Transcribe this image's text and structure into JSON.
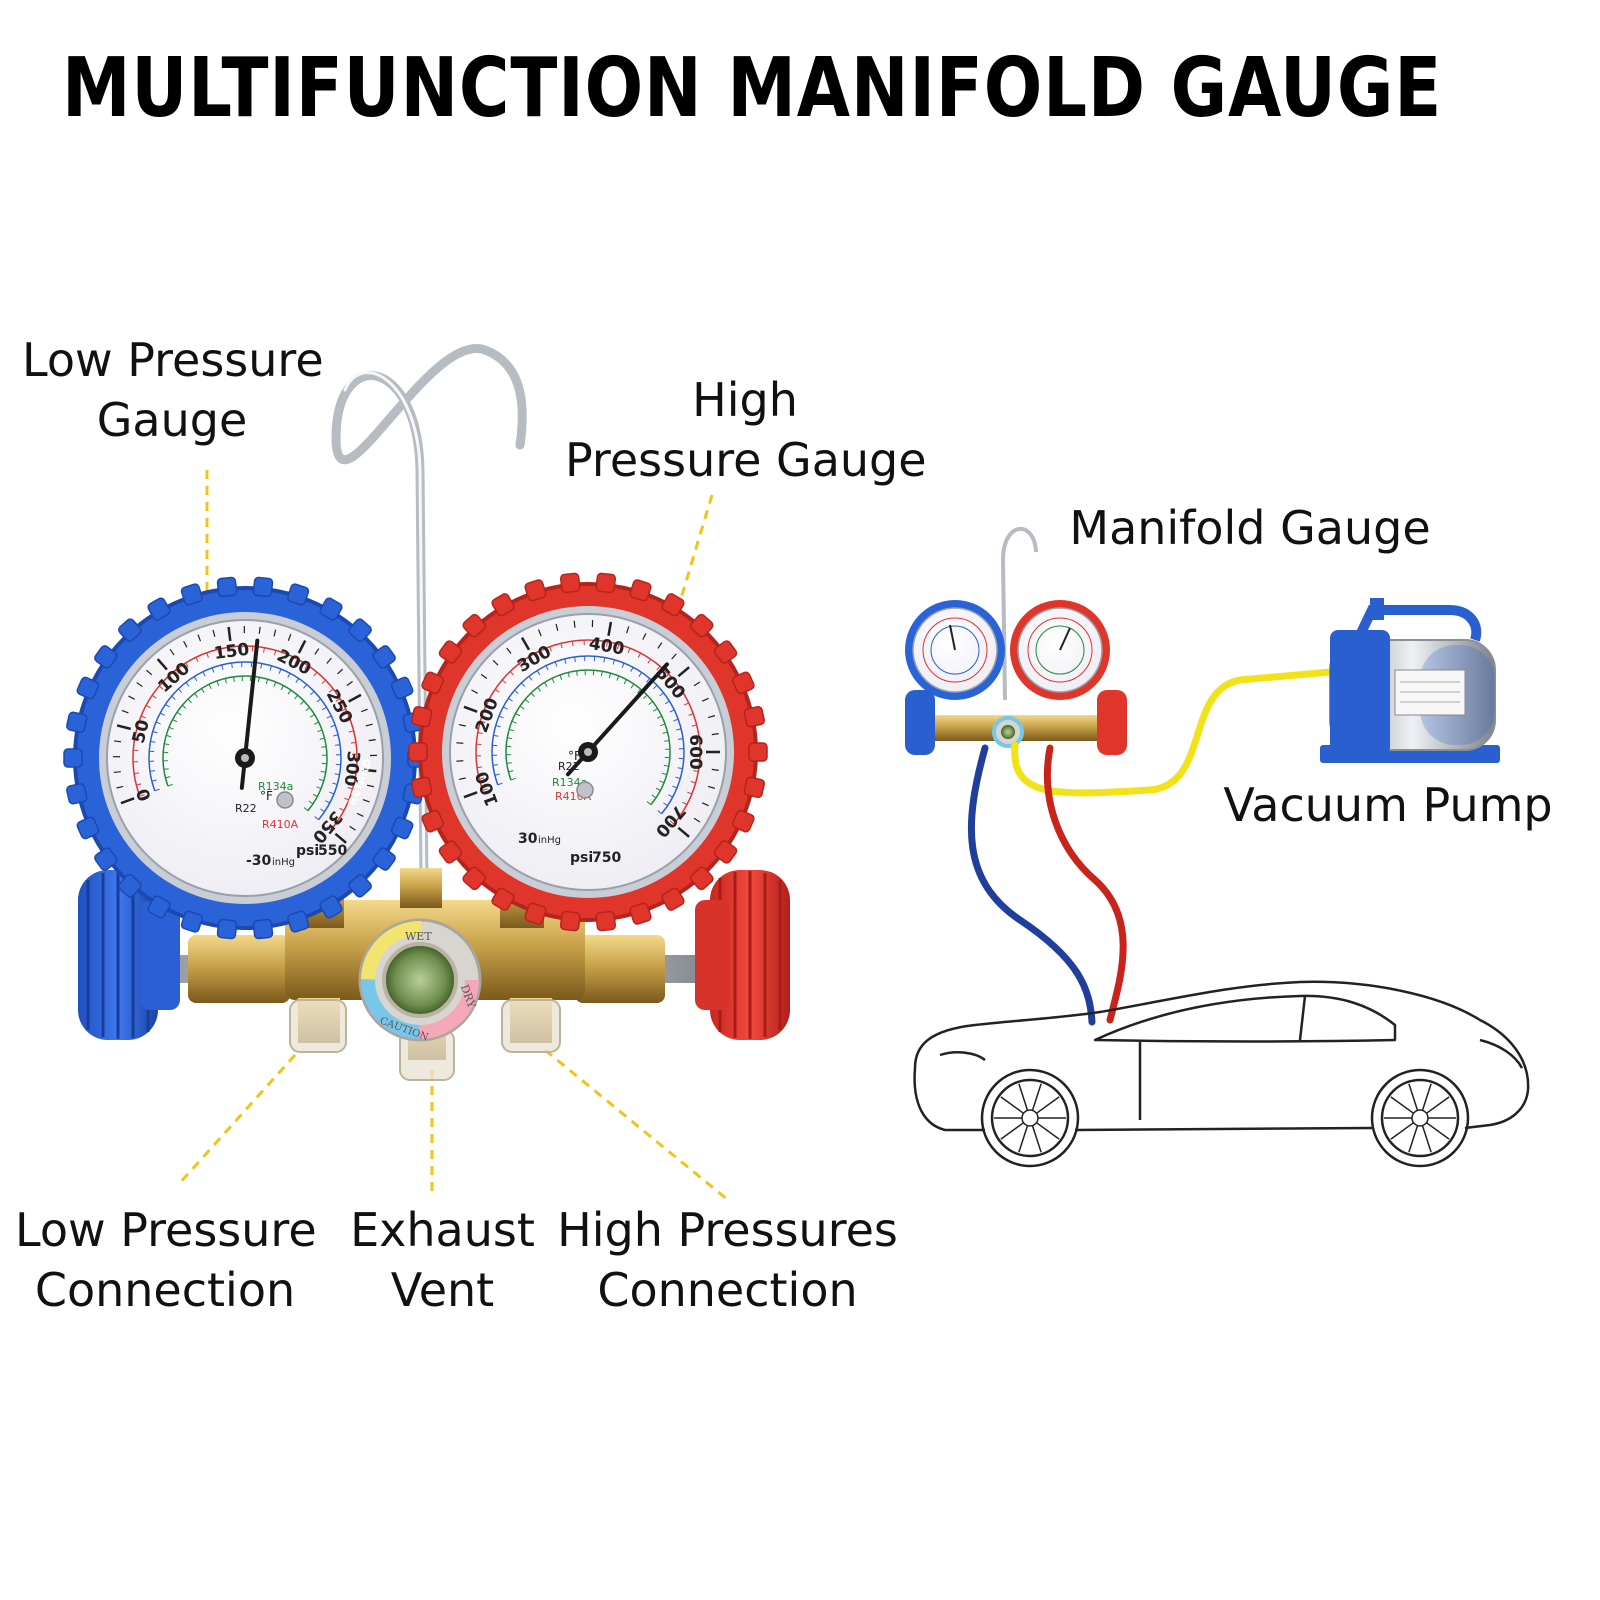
{
  "title": "MULTIFUNCTION MANIFOLD GAUGE",
  "callouts": {
    "low_pressure_gauge": [
      "Low Pressure",
      "Gauge"
    ],
    "high_pressure_gauge": [
      "High",
      "Pressure Gauge"
    ],
    "manifold_gauge": "Manifold Gauge",
    "vacuum_pump": "Vacuum Pump",
    "low_pressure_connection": [
      "Low Pressure",
      "Connection"
    ],
    "exhaust_vent": [
      "Exhaust",
      "Vent"
    ],
    "high_pressures_connection": [
      "High Pressures",
      "Connection"
    ]
  },
  "low_gauge": {
    "scale": [
      "0",
      "50",
      "100",
      "150",
      "200",
      "250",
      "300",
      "350"
    ],
    "unit_top": "psi",
    "unit_max": "550",
    "vacuum": "-30",
    "vacuum_unit": "inHg",
    "retard": "RETARD",
    "refrigerants": [
      "R22",
      "R134a",
      "R410A"
    ],
    "temp_unit": "°F"
  },
  "high_gauge": {
    "scale": [
      "100",
      "200",
      "300",
      "400",
      "500",
      "600",
      "700"
    ],
    "unit_top": "psi",
    "unit_max": "750",
    "vacuum": "30",
    "vacuum_unit": "inHg",
    "refrigerants": [
      "R22",
      "R134a",
      "R410A"
    ],
    "temp_unit": "°F"
  },
  "sight_glass": {
    "wet": "WET",
    "dry": "DRY",
    "caution": "CAUTION"
  },
  "colors": {
    "low": "#2a5fd0",
    "high": "#e0352b",
    "hose_yellow": "#f2e21a",
    "callout_line": "#f0c419",
    "brass": "#c9a24a"
  }
}
